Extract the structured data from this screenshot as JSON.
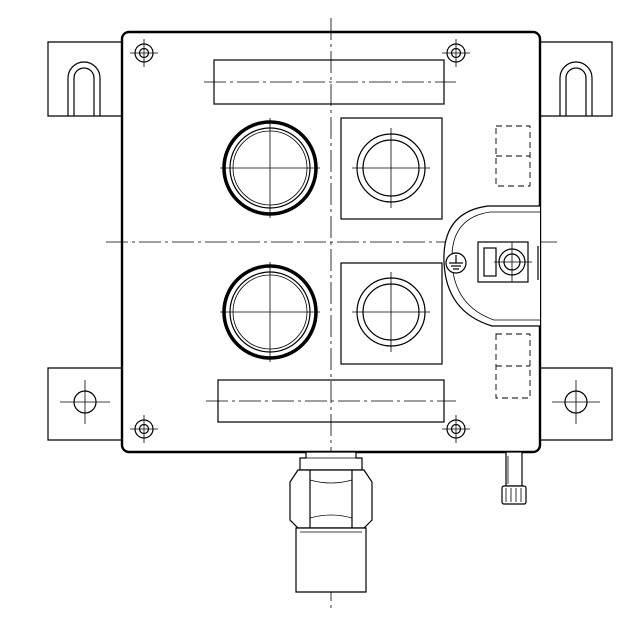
{
  "drawing": {
    "subject": "",
    "background_color": "#ffffff",
    "line_color": "#000000"
  },
  "components": {
    "enclosure": "",
    "pushbuttons": 2,
    "indicator_windows": 2,
    "label_plates": 2,
    "mounting_brackets": 4,
    "corner_screws": 4,
    "cable_gland": 1,
    "ground_terminal": 1,
    "breather_plug": 1
  },
  "icons": {
    "ground_symbol": "earth-ground-icon"
  }
}
